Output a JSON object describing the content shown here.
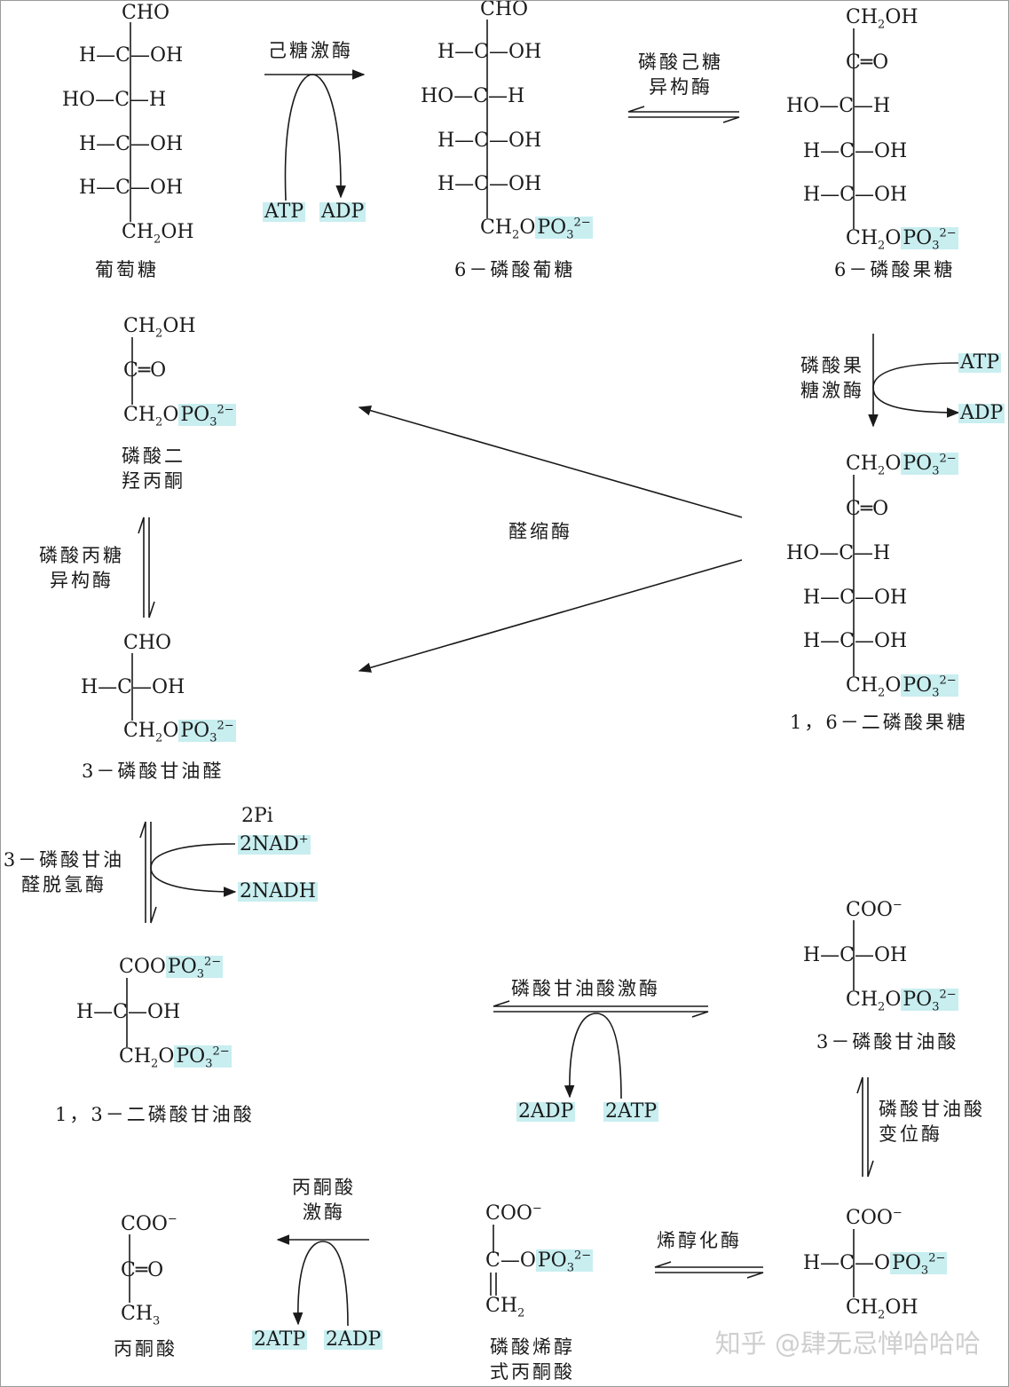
{
  "compounds": {
    "glucose": {
      "name": "葡萄糖",
      "r1": "CHO",
      "r2": "H—C—OH",
      "r3": "HO—C—H",
      "r4": "H—C—OH",
      "r5": "H—C—OH",
      "r6": "CH",
      "r6sub": "2",
      "r6b": "OH"
    },
    "g6p": {
      "name": "6－磷酸葡糖",
      "r1": "CHO",
      "r2": "H—C—OH",
      "r3": "HO—C—H",
      "r4": "H—C—OH",
      "r5": "H—C—OH",
      "r6": "CH",
      "r6sub": "2",
      "r6b": "O",
      "p": "PO",
      "psub": "3",
      "psup": "2−"
    },
    "f6p": {
      "name": "6－磷酸果糖",
      "r1": "CH",
      "r1sub": "2",
      "r1b": "OH",
      "r2": "C═O",
      "r3": "HO—C—H",
      "r4": "H—C—OH",
      "r5": "H—C—OH",
      "r6": "CH",
      "r6sub": "2",
      "r6b": "O",
      "p": "PO",
      "psub": "3",
      "psup": "2−"
    },
    "dhap": {
      "name_l1": "磷酸二",
      "name_l2": "羟丙酮",
      "r1": "CH",
      "r1sub": "2",
      "r1b": "OH",
      "r2": "C═O",
      "r3": "CH",
      "r3sub": "2",
      "r3b": "O",
      "p": "PO",
      "psub": "3",
      "psup": "2−"
    },
    "fbp": {
      "name": "1，6－二磷酸果糖",
      "r1": "CH",
      "r1sub": "2",
      "r1b": "O",
      "r2": "C═O",
      "r3": "HO—C—H",
      "r4": "H—C—OH",
      "r5": "H—C—OH",
      "r6": "CH",
      "r6sub": "2",
      "r6b": "O",
      "p": "PO",
      "psub": "3",
      "psup": "2−"
    },
    "g3p": {
      "name": "3－磷酸甘油醛",
      "r1": "CHO",
      "r2": "H—C—OH",
      "r3": "CH",
      "r3sub": "2",
      "r3b": "O",
      "p": "PO",
      "psub": "3",
      "psup": "2−"
    },
    "bpg": {
      "name": "1，3－二磷酸甘油酸",
      "r1": "COO",
      "r2": "H—C—OH",
      "r3": "CH",
      "r3sub": "2",
      "r3b": "O",
      "p": "PO",
      "psub": "3",
      "psup": "2−"
    },
    "pg3": {
      "name": "3－磷酸甘油酸",
      "r1": "COO",
      "r1sup": "−",
      "r2": "H—C—OH",
      "r3": "CH",
      "r3sub": "2",
      "r3b": "O",
      "p": "PO",
      "psub": "3",
      "psup": "2−"
    },
    "pg2": {
      "r1": "COO",
      "r1sup": "−",
      "r2a": "H—C—O",
      "p": "PO",
      "psub": "3",
      "psup": "2−",
      "r3": "CH",
      "r3sub": "2",
      "r3b": "OH"
    },
    "pep": {
      "name_l1": "磷酸烯醇",
      "name_l2": "式丙酮酸",
      "r1": "COO",
      "r1sup": "−",
      "r2a": "C—O",
      "p": "PO",
      "psub": "3",
      "psup": "2−",
      "r3": "CH",
      "r3sub": "2"
    },
    "pyruvate": {
      "name": "丙酮酸",
      "r1": "COO",
      "r1sup": "−",
      "r2": "C═O",
      "r3": "CH",
      "r3sub": "3"
    }
  },
  "enzymes": {
    "hexokinase": "己糖激酶",
    "phi_l1": "磷酸己糖",
    "phi_l2": "异构酶",
    "pfk_l1": "磷酸果",
    "pfk_l2": "糖激酶",
    "aldolase": "醛缩酶",
    "tpi_l1": "磷酸丙糖",
    "tpi_l2": "异构酶",
    "gapdh_l1": "3－磷酸甘油",
    "gapdh_l2": "醛脱氢酶",
    "pgk": "磷酸甘油酸激酶",
    "pgm_l1": "磷酸甘油酸",
    "pgm_l2": "变位酶",
    "enolase": "烯醇化酶",
    "pk_l1": "丙酮酸",
    "pk_l2": "激酶"
  },
  "cofactors": {
    "atp": "ATP",
    "adp": "ADP",
    "pi2": "2Pi",
    "nad2": "2NAD",
    "nad_sup": "+",
    "nadh2": "2NADH",
    "adp2": "2ADP",
    "atp2": "2ATP"
  },
  "watermark": "知乎 @肆无忌惮哈哈哈",
  "colors": {
    "highlight": "#c8eef0",
    "line": "#1a1a1a"
  }
}
